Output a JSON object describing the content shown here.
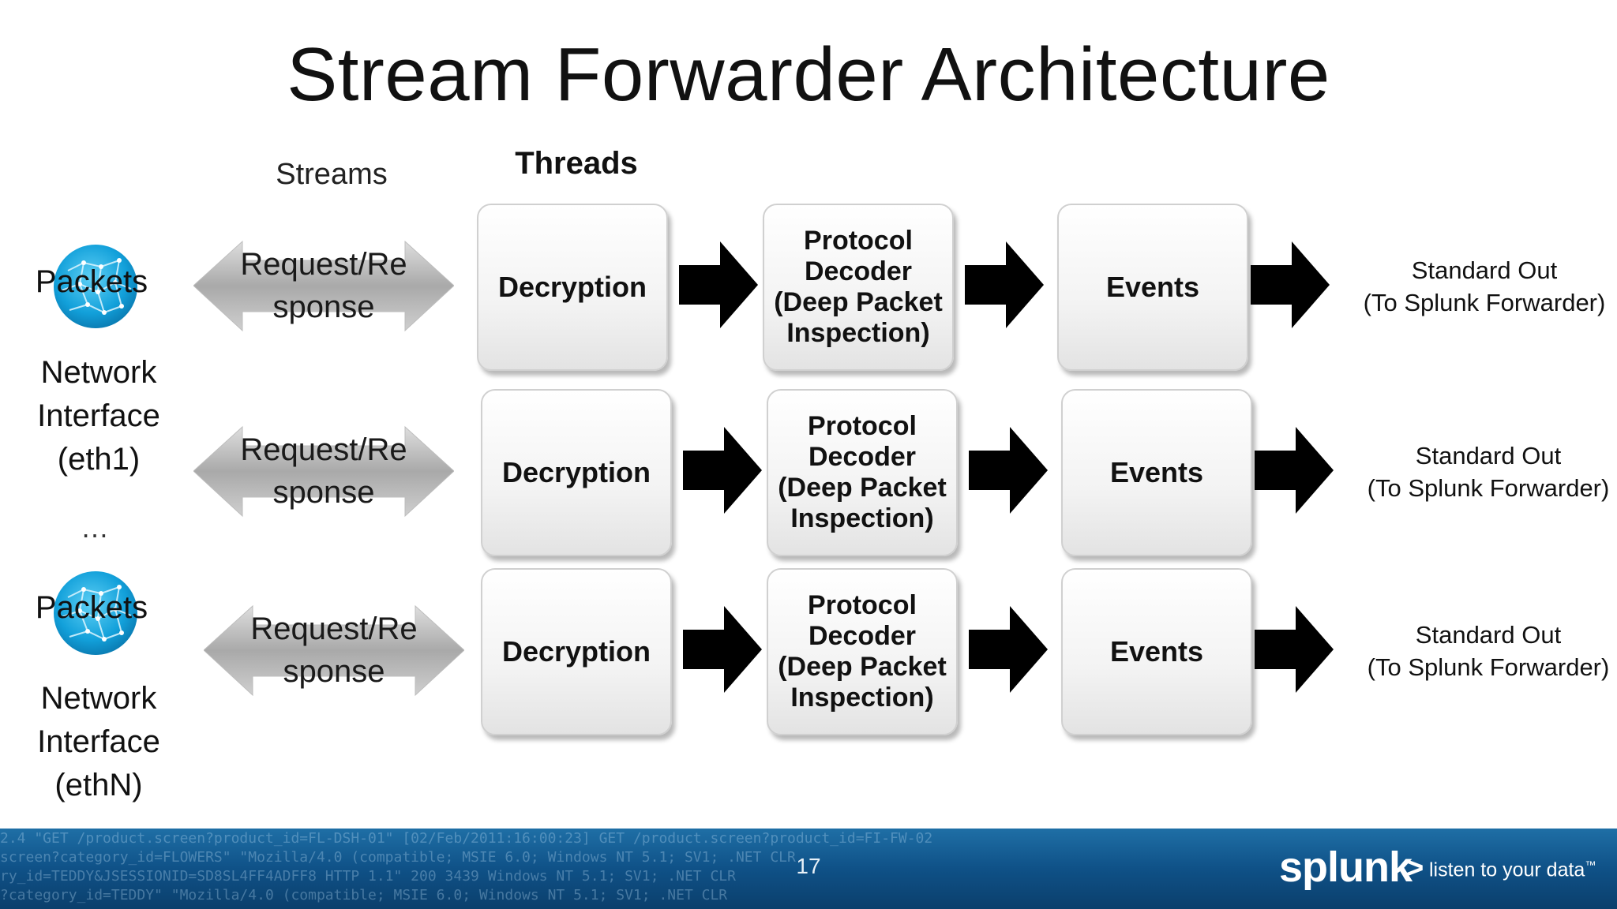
{
  "slide": {
    "title": "Stream Forwarder Architecture",
    "page_number": "17"
  },
  "columns": {
    "streams": "Streams",
    "threads": "Threads"
  },
  "interfaces": [
    {
      "packets_label": "Packets",
      "name_line1": "Network",
      "name_line2": "Interface",
      "name_line3": "(eth1)"
    },
    {
      "packets_label": "Packets",
      "name_line1": "Network",
      "name_line2": "Interface",
      "name_line3": "(ethN)"
    }
  ],
  "ellipsis": "…",
  "rows": [
    {
      "stream_line1": "Request/Re",
      "stream_line2": "sponse",
      "decryption": "Decryption",
      "decoder": "Protocol\nDecoder\n(Deep Packet\nInspection)",
      "events": "Events",
      "output": "Standard Out\n(To Splunk Forwarder)"
    },
    {
      "stream_line1": "Request/Re",
      "stream_line2": "sponse",
      "decryption": "Decryption",
      "decoder": "Protocol\nDecoder\n(Deep Packet\nInspection)",
      "events": "Events",
      "output": "Standard Out\n(To Splunk Forwarder)"
    },
    {
      "stream_line1": "Request/Re",
      "stream_line2": "sponse",
      "decryption": "Decryption",
      "decoder": "Protocol\nDecoder\n(Deep Packet\nInspection)",
      "events": "Events",
      "output": "Standard Out\n(To Splunk Forwarder)"
    }
  ],
  "footer": {
    "brand": "splunk",
    "chevron": ">",
    "tagline": "listen to your data",
    "trademark": "™",
    "log_lines": [
      "2.4 \"GET /product.screen?product_id=FL-DSH-01\" [02/Feb/2011:16:00:23] GET /product.screen?product_id=FI-FW-02",
      "screen?category_id=FLOWERS\" \"Mozilla/4.0 (compatible; MSIE 6.0; Windows NT 5.1; SV1; .NET CLR",
      "ry_id=TEDDY&JSESSIONID=SD8SL4FF4ADFF8 HTTP 1.1\" 200 3439 Windows NT 5.1; SV1; .NET CLR",
      "?category_id=TEDDY\" \"Mozilla/4.0 (compatible; MSIE 6.0; Windows NT 5.1; SV1; .NET CLR"
    ]
  },
  "colors": {
    "footer_blue": "#0f5187",
    "box_fill": "#f3f3f3",
    "arrow_black": "#000000",
    "double_arrow_gray": "#a8a8a8",
    "globe_blue": "#1aa3dc"
  },
  "icons": {
    "packets": "globe-network-icon",
    "stream": "double-headed-arrow-icon",
    "flow": "right-arrow-icon"
  }
}
